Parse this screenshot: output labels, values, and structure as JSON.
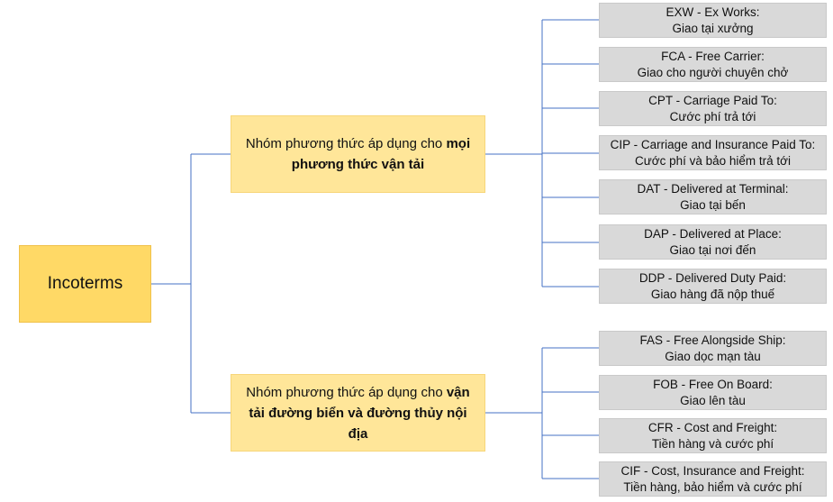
{
  "diagram": {
    "root": {
      "label": "Incoterms"
    },
    "groups": [
      {
        "prefix": "Nhóm phương thức áp dụng cho ",
        "emphasis": "mọi phương thức vận tải",
        "terms": [
          {
            "code": "EXW - Ex Works:",
            "meaning": "Giao tại xưởng"
          },
          {
            "code": "FCA - Free Carrier:",
            "meaning": "Giao cho người chuyên chở"
          },
          {
            "code": "CPT - Carriage Paid To:",
            "meaning": "Cước phí trả tới"
          },
          {
            "code": "CIP - Carriage and Insurance Paid To:",
            "meaning": "Cước phí và bảo hiểm trả tới"
          },
          {
            "code": "DAT - Delivered at Terminal:",
            "meaning": "Giao tại bến"
          },
          {
            "code": "DAP - Delivered at Place:",
            "meaning": "Giao tại nơi đến"
          },
          {
            "code": "DDP - Delivered Duty Paid:",
            "meaning": "Giao hàng đã nộp thuế"
          }
        ]
      },
      {
        "prefix": "Nhóm phương thức áp dụng cho ",
        "emphasis": "vận tải đường biển và đường thủy nội địa",
        "terms": [
          {
            "code": "FAS - Free Alongside Ship:",
            "meaning": "Giao dọc mạn tàu"
          },
          {
            "code": "FOB - Free On Board:",
            "meaning": "Giao lên tàu"
          },
          {
            "code": "CFR - Cost and Freight:",
            "meaning": "Tiền hàng và cước phí"
          },
          {
            "code": "CIF - Cost, Insurance and Freight:",
            "meaning": "Tiền hàng, bảo hiểm và cước phí"
          }
        ]
      }
    ],
    "colors": {
      "root_fill": "#ffd966",
      "group_fill": "#ffe699",
      "leaf_fill": "#d9d9d9",
      "connector": "#4472c4"
    }
  }
}
